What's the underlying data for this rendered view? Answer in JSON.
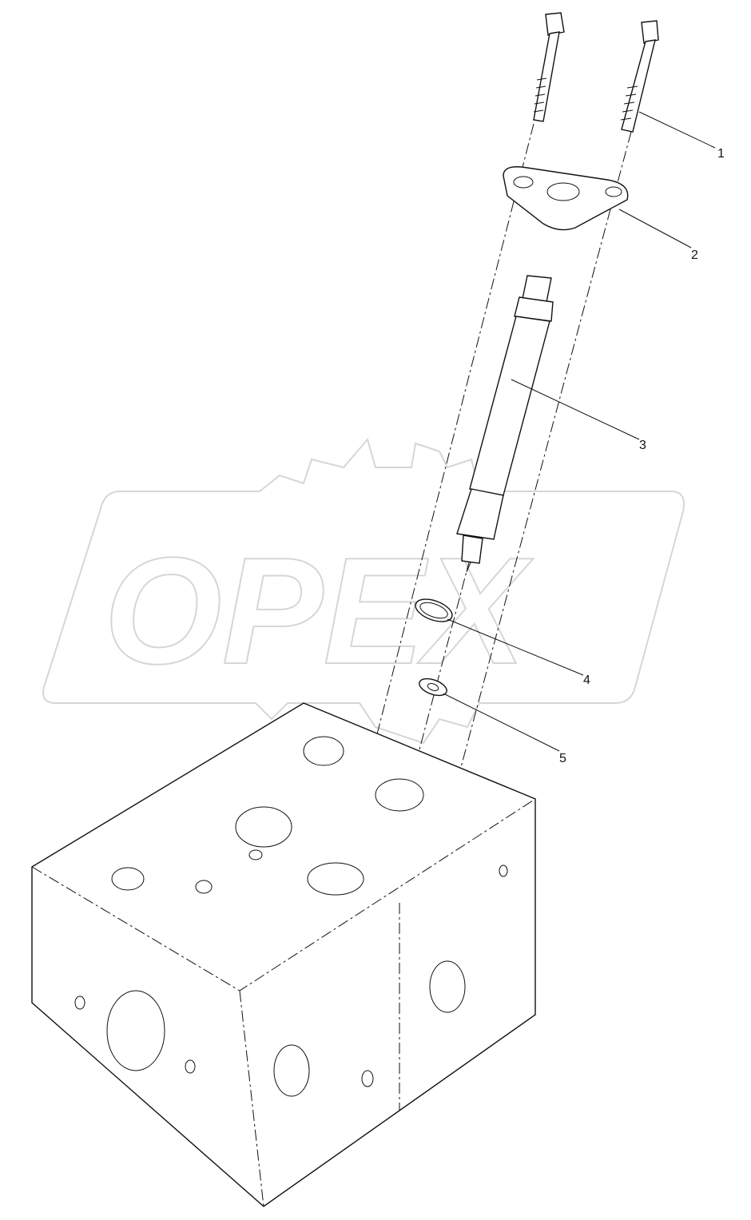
{
  "diagram": {
    "watermark": "OPEX",
    "callouts": [
      "1",
      "2",
      "3",
      "4",
      "5"
    ]
  }
}
